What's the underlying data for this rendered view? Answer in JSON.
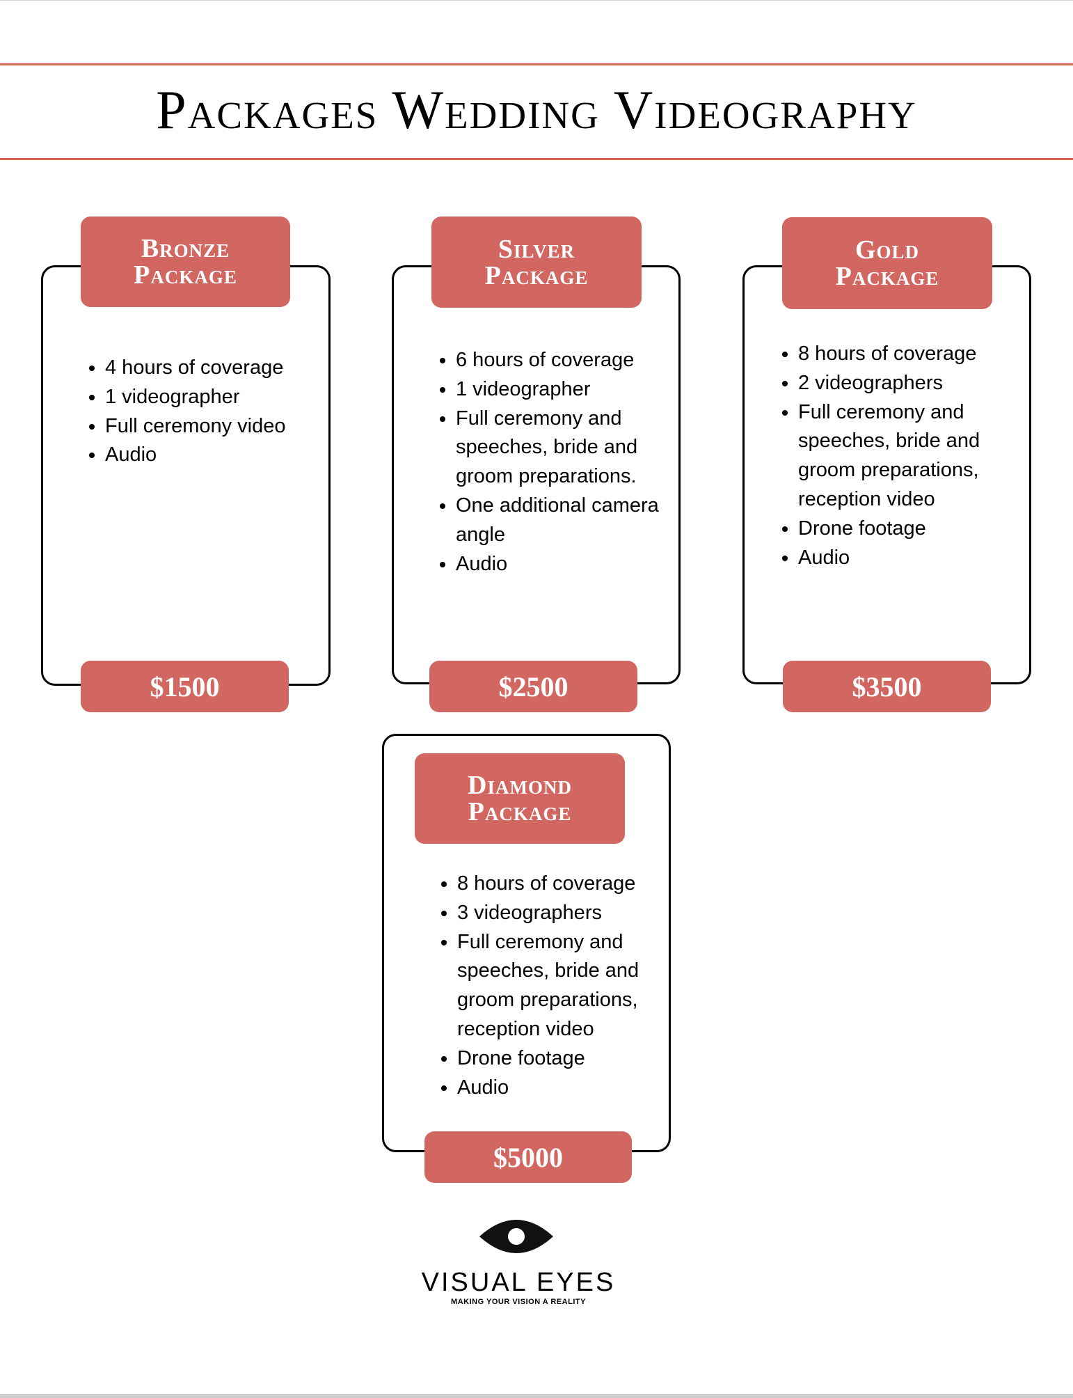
{
  "page": {
    "title": "Packages Wedding Videography"
  },
  "packages": [
    {
      "name_line1": "Bronze",
      "name_line2": "Package",
      "features": [
        "4 hours of coverage",
        "1 videographer",
        "Full ceremony video",
        "Audio"
      ],
      "price": "$1500"
    },
    {
      "name_line1": "Silver",
      "name_line2": "Package",
      "features": [
        "6 hours of coverage",
        "1 videographer",
        "Full ceremony and speeches, bride and groom preparations.",
        "One additional camera angle",
        "Audio"
      ],
      "price": "$2500"
    },
    {
      "name_line1": "Gold",
      "name_line2": "Package",
      "features": [
        "8 hours of coverage",
        "2 videographers",
        "Full ceremony and speeches, bride and groom preparations, reception video",
        "Drone footage",
        "Audio"
      ],
      "price": "$3500"
    },
    {
      "name_line1": "Diamond",
      "name_line2": "Package",
      "features": [
        "8 hours of coverage",
        "3 videographers",
        "Full ceremony and speeches, bride and groom preparations, reception video",
        "Drone footage",
        "Audio"
      ],
      "price": "$5000"
    }
  ],
  "brand": {
    "name": "VISUAL EYES",
    "tagline": "MAKING YOUR VISION A REALITY"
  },
  "colors": {
    "accent": "#d26661",
    "rule": "#d4685f",
    "outline": "#000000"
  },
  "icons": {
    "logo": "eye-icon"
  }
}
